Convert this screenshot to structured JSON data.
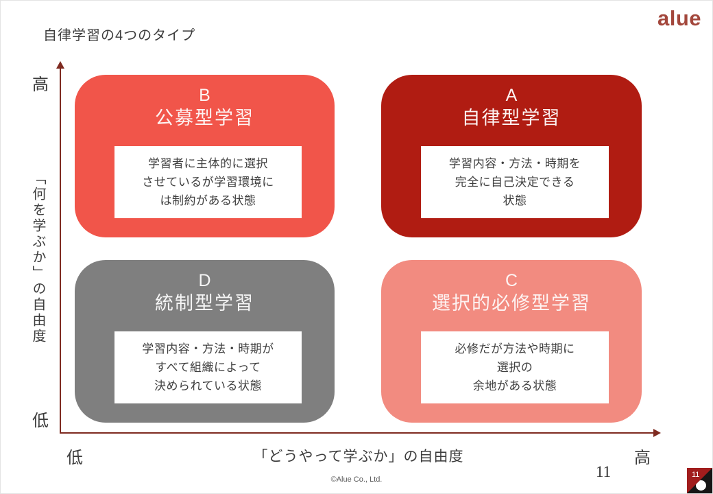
{
  "header": {
    "title": "自律学習の4つのタイプ",
    "logo_text": "alue"
  },
  "y_axis": {
    "top_label": "高",
    "bottom_label": "低",
    "title": "「何を学ぶか」の自由度"
  },
  "x_axis": {
    "left_label": "低",
    "right_label": "高",
    "title": "「どうやって学ぶか」の自由度"
  },
  "quadrants": [
    {
      "letter": "B",
      "name": "公募型学習",
      "desc": [
        "学習者に主体的に選択",
        "させているが学習環境に",
        "は制約がある状態"
      ],
      "color": "#F1554A"
    },
    {
      "letter": "A",
      "name": "自律型学習",
      "desc": [
        "学習内容・方法・時期を",
        "完全に自己決定できる",
        "状態"
      ],
      "color": "#B01C12"
    },
    {
      "letter": "D",
      "name": "統制型学習",
      "desc": [
        "学習内容・方法・時期が",
        "すべて組織によって",
        "決められている状態"
      ],
      "color": "#7F7F7F"
    },
    {
      "letter": "C",
      "name": "選択的必修型学習",
      "desc": [
        "必修だが方法や時期に",
        "選択の",
        "余地がある状態"
      ],
      "color": "#F28B80"
    }
  ],
  "footer": {
    "copyright": "©Alue Co., Ltd.",
    "page_number": "11",
    "badge_number": "11"
  },
  "colors": {
    "axis": "#7E2A20",
    "logo": "#A3473C",
    "badge_background": "#A11D1D",
    "badge_triangle": "#161616"
  }
}
